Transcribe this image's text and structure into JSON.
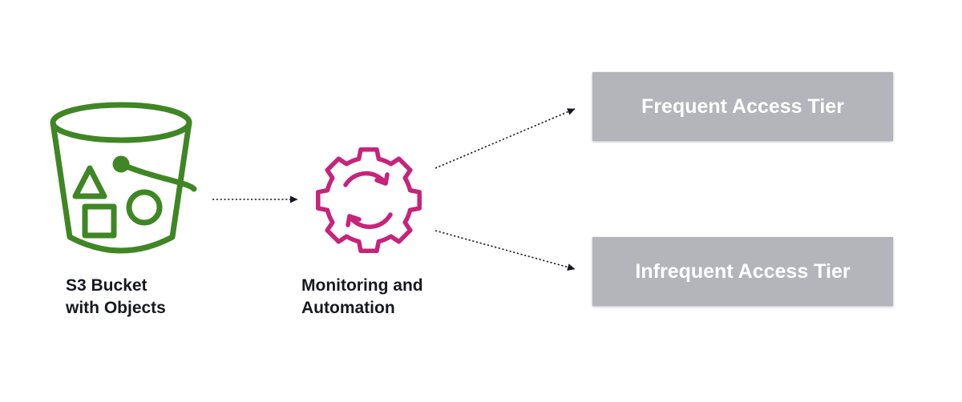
{
  "colors": {
    "bucket": "#3f8624",
    "automation": "#c7237a",
    "tier_fill": "#b3b5ba",
    "tier_text": "#ffffff",
    "caption_text": "#16191f",
    "arrow": "#16191f"
  },
  "nodes": {
    "bucket": {
      "icon": "s3-bucket-icon",
      "label_line1": "S3 Bucket",
      "label_line2": "with Objects"
    },
    "monitoring": {
      "icon": "gear-sync-icon",
      "label_line1": "Monitoring and",
      "label_line2": "Automation"
    },
    "frequent_tier": {
      "label": "Frequent Access Tier"
    },
    "infrequent_tier": {
      "label": "Infrequent Access Tier"
    }
  },
  "edges": [
    {
      "from": "bucket",
      "to": "monitoring",
      "style": "dotted"
    },
    {
      "from": "monitoring",
      "to": "frequent_tier",
      "style": "dotted"
    },
    {
      "from": "monitoring",
      "to": "infrequent_tier",
      "style": "dotted"
    }
  ]
}
